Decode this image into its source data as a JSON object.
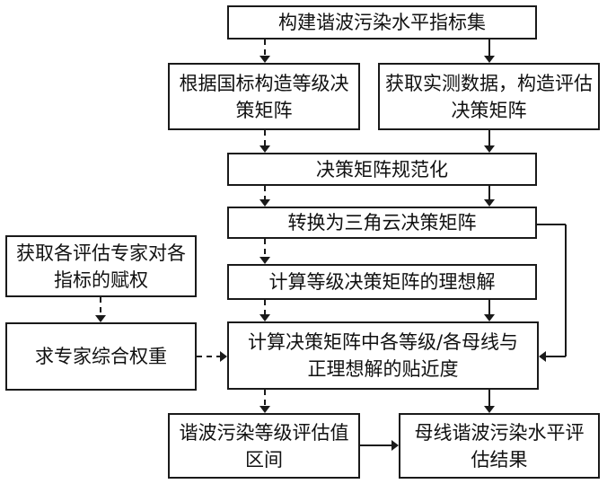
{
  "diagram": {
    "nodes": {
      "index_set": "构建谐波污染水平指标集",
      "grade_matrix": "根据国标构造等级决策矩阵",
      "eval_matrix": "获取实测数据，构造评估决策矩阵",
      "normalize": "决策矩阵规范化",
      "cloud_matrix": "转换为三角云决策矩阵",
      "expert_weights": "获取各评估专家对各指标的赋权",
      "ideal_solution": "计算等级决策矩阵的理想解",
      "combined_weight": "求专家综合权重",
      "closeness": "计算决策矩阵中各等级/各母线与正理想解的贴近度",
      "grade_interval": "谐波污染等级评估值区间",
      "bus_result": "母线谐波污染水平评估结果"
    }
  },
  "colors": {
    "stroke": "#1a1a1a",
    "fill": "#ffffff",
    "text": "#111111"
  }
}
